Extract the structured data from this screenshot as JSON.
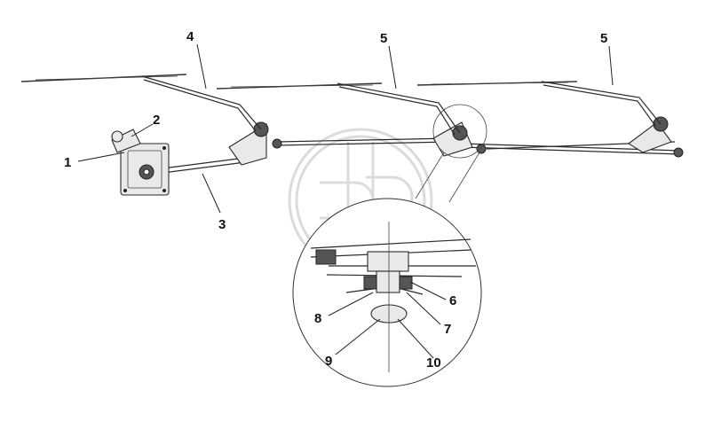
{
  "callouts": {
    "c1": "1",
    "c2": "2",
    "c3": "3",
    "c4": "4",
    "c5a": "5",
    "c5b": "5",
    "c6": "6",
    "c7": "7",
    "c8": "8",
    "c9": "9",
    "c10": "10"
  },
  "colors": {
    "line": "#2a2a2a",
    "part_fill": "#e9e9e9",
    "watermark": "#bdbdbd"
  }
}
